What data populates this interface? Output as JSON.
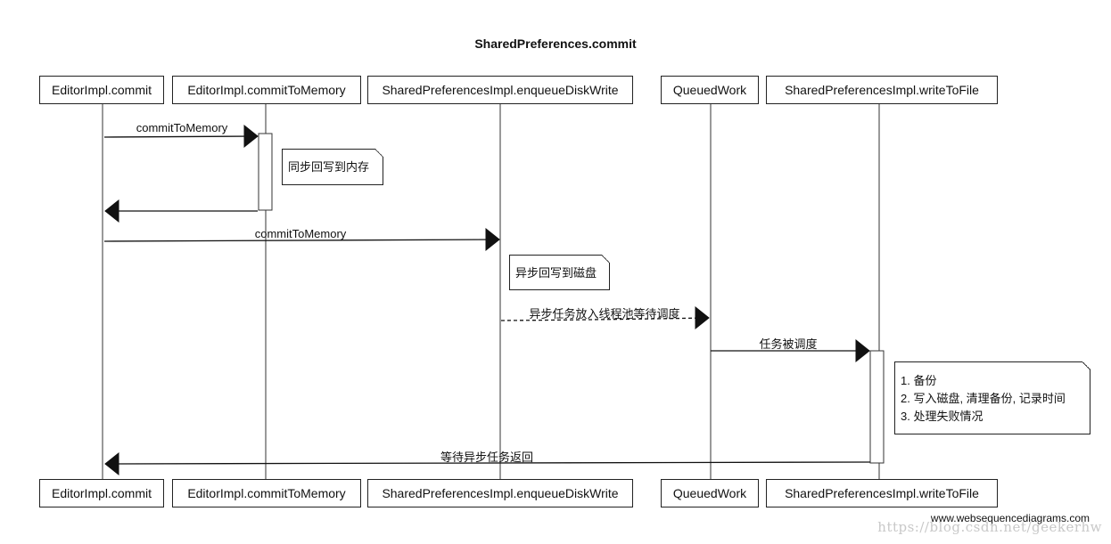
{
  "title": "SharedPreferences.commit",
  "participants": [
    {
      "id": "commit",
      "label": "EditorImpl.commit"
    },
    {
      "id": "ctm",
      "label": "EditorImpl.commitToMemory"
    },
    {
      "id": "edw",
      "label": "SharedPreferencesImpl.enqueueDiskWrite"
    },
    {
      "id": "qw",
      "label": "QueuedWork"
    },
    {
      "id": "wtf",
      "label": "SharedPreferencesImpl.writeToFile"
    }
  ],
  "messages": [
    {
      "from": "commit",
      "to": "ctm",
      "label": "commitToMemory",
      "style": "solid"
    },
    {
      "from": "ctm",
      "to": "commit",
      "label": "",
      "style": "solid"
    },
    {
      "from": "commit",
      "to": "edw",
      "label": "commitToMemory",
      "style": "solid"
    },
    {
      "from": "edw",
      "to": "qw",
      "label": "异步任务放入线程池等待调度",
      "style": "dashed"
    },
    {
      "from": "qw",
      "to": "wtf",
      "label": "任务被调度",
      "style": "solid"
    },
    {
      "from": "wtf",
      "to": "commit",
      "label": "等待异步任务返回",
      "style": "solid"
    }
  ],
  "notes": [
    {
      "lines": [
        "同步回写到内存"
      ]
    },
    {
      "lines": [
        "异步回写到磁盘"
      ]
    },
    {
      "lines": [
        "1. 备份",
        "2. 写入磁盘, 清理备份, 记录时间",
        "3. 处理失败情况"
      ]
    }
  ],
  "footer": "www.websequencediagrams.com",
  "watermark": "https://blog.csdn.net/geekerhw"
}
